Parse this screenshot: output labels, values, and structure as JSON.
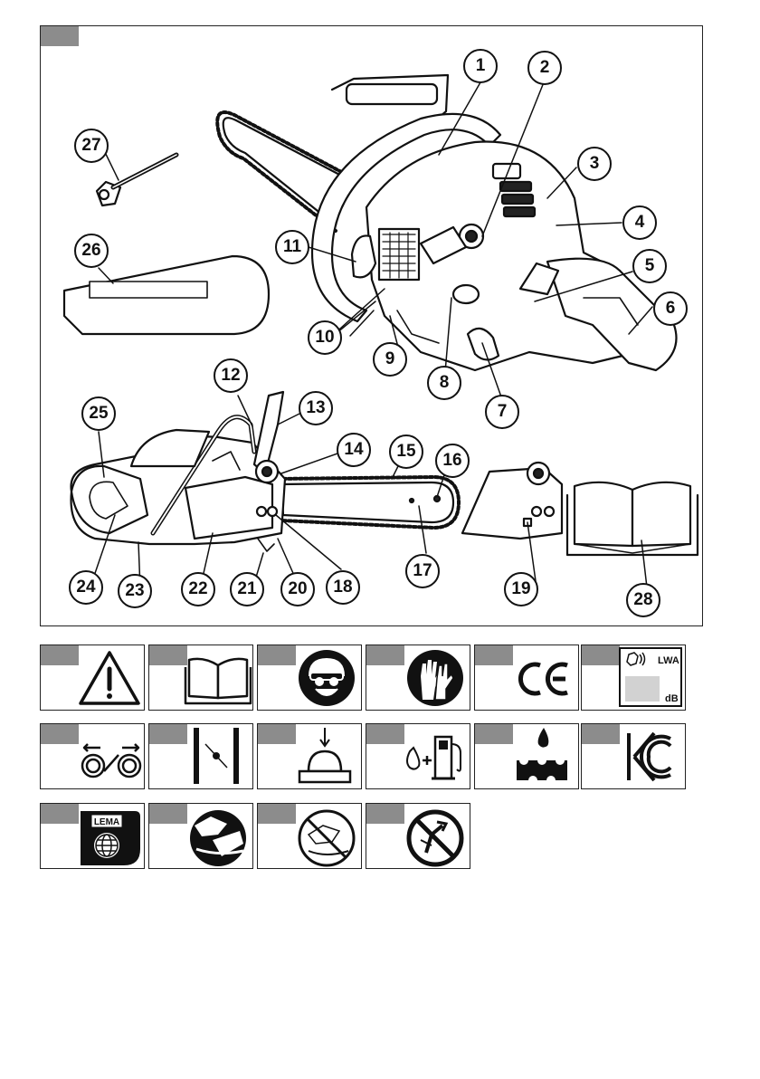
{
  "callouts": [
    {
      "label": "1"
    },
    {
      "label": "2"
    },
    {
      "label": "3"
    },
    {
      "label": "4"
    },
    {
      "label": "5"
    },
    {
      "label": "6"
    },
    {
      "label": "7"
    },
    {
      "label": "8"
    },
    {
      "label": "9"
    },
    {
      "label": "10"
    },
    {
      "label": "11"
    },
    {
      "label": "12"
    },
    {
      "label": "13"
    },
    {
      "label": "14"
    },
    {
      "label": "15"
    },
    {
      "label": "16"
    },
    {
      "label": "17"
    },
    {
      "label": "18"
    },
    {
      "label": "19"
    },
    {
      "label": "20"
    },
    {
      "label": "21"
    },
    {
      "label": "22"
    },
    {
      "label": "23"
    },
    {
      "label": "24"
    },
    {
      "label": "25"
    },
    {
      "label": "26"
    },
    {
      "label": "27"
    },
    {
      "label": "28"
    }
  ],
  "symbols": {
    "sound_power": {
      "lwa": "LWA",
      "unit": "dB"
    },
    "lema": {
      "text": "LEMA"
    }
  }
}
